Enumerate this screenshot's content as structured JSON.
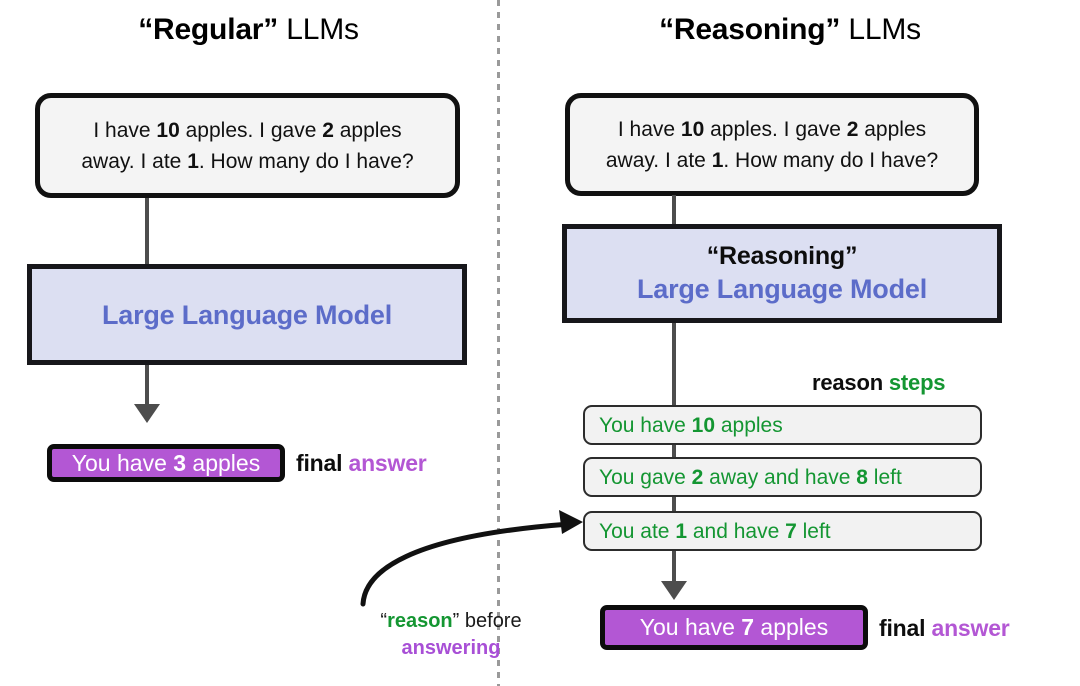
{
  "columns": {
    "left": {
      "title_quoted": "“Regular”",
      "title_rest": " LLMs",
      "prompt": {
        "line1_pre": "I have ",
        "line1_n1": "10",
        "line1_mid": " apples. I gave ",
        "line1_n2": "2",
        "line1_post": " apples",
        "line2_pre": "away. I ate ",
        "line2_n1": "1",
        "line2_post": ". How many do I have?"
      },
      "model": {
        "label": "Large Language Model"
      },
      "answer": {
        "pre": "You have ",
        "number": "3",
        "post": " apples",
        "caption_black": "final",
        "caption_purple": "answer"
      }
    },
    "right": {
      "title_quoted": "“Reasoning”",
      "title_rest": " LLMs",
      "prompt": {
        "line1_pre": "I have ",
        "line1_n1": "10",
        "line1_mid": " apples. I gave ",
        "line1_n2": "2",
        "line1_post": " apples",
        "line2_pre": "away. I ate ",
        "line2_n1": "1",
        "line2_post": ". How many do I have?"
      },
      "model": {
        "kind": "“Reasoning”",
        "label": "Large Language Model"
      },
      "steps_heading_black": "reason",
      "steps_heading_green": "steps",
      "steps": [
        {
          "pre": "You have ",
          "n1": "10",
          "mid": " apples",
          "n2": "",
          "post": ""
        },
        {
          "pre": "You gave ",
          "n1": "2",
          "mid": " away and have ",
          "n2": "8",
          "post": " left"
        },
        {
          "pre": "You ate ",
          "n1": "1",
          "mid": " and have ",
          "n2": "7",
          "post": " left"
        }
      ],
      "answer": {
        "pre": "You have ",
        "number": "7",
        "post": " apples",
        "caption_black": "final",
        "caption_purple": "answer"
      }
    }
  },
  "annotation": {
    "line1_quote_open": "“",
    "line1_green": "reason",
    "line1_quote_close": "”",
    "line1_black": " before",
    "line2_purple": "answering"
  },
  "colors": {
    "model_fill": "#dcdff2",
    "model_text": "#5c6cc9",
    "answer_fill": "#b357d4",
    "answer_text": "#ffffff",
    "step_text": "#149632",
    "prompt_fill": "#f4f4f4",
    "border": "#111111",
    "divider": "#9a9a9a",
    "arrow": "#4d4d4d"
  }
}
